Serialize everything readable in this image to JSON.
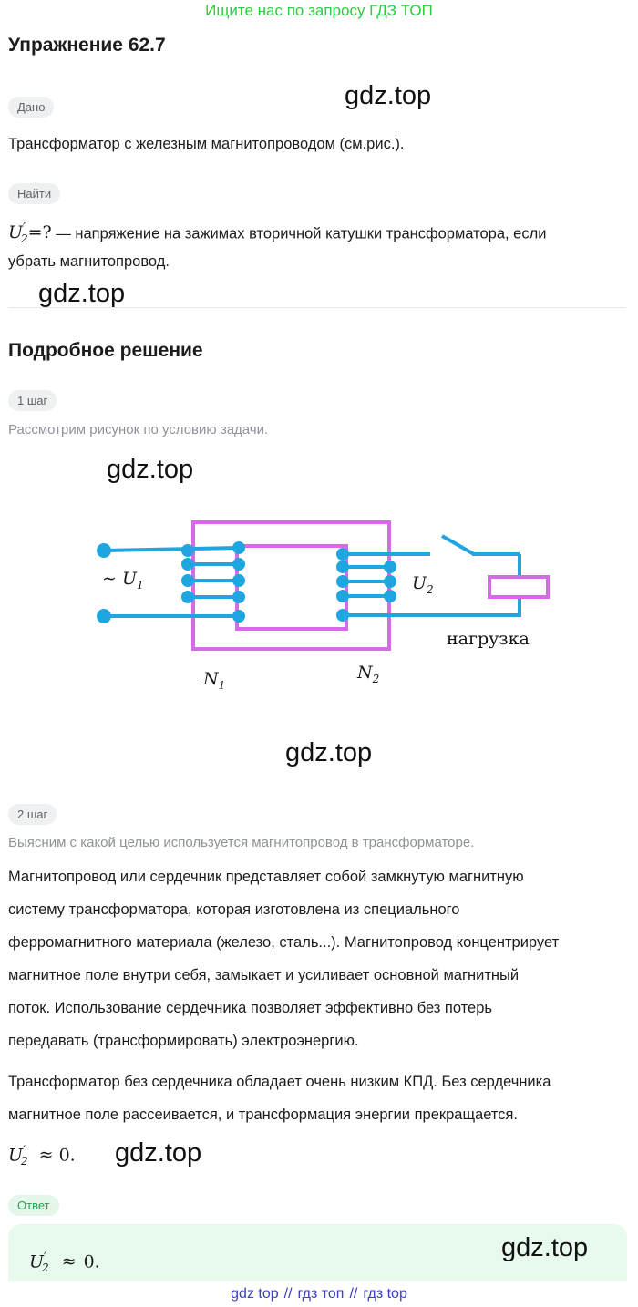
{
  "banner": "Ищите нас по запросу ГДЗ ТОП",
  "title": "Упражнение 62.7",
  "watermark": "gdz.top",
  "given": {
    "label": "Дано",
    "text": "Трансформатор с железным магнитопроводом (см.рис.)."
  },
  "find": {
    "label": "Найти",
    "symbol": "U",
    "symbol_sub": "2",
    "symbol_prime": "′",
    "eq": "=?",
    "line1": " — напряжение на зажимах вторичной катушки трансформатора, если",
    "line2": "убрать магнитопровод."
  },
  "solution_title": "Подробное решение",
  "step1": {
    "label": "1 шаг",
    "text": "Рассмотрим рисунок по условию задачи."
  },
  "figure": {
    "u1_prefix": "∼",
    "u1": "U",
    "u1_sub": "1",
    "u2": "U",
    "u2_sub": "2",
    "n1": "N",
    "n1_sub": "1",
    "n2": "N",
    "n2_sub": "2",
    "load_label": "нагрузка",
    "wire_color": "#1fa6e0",
    "core_color": "#d66be6"
  },
  "step2": {
    "label": "2 шаг",
    "subtitle": "Выясним с какой целью используется магнитопровод в трансформаторе.",
    "para1": [
      "Магнитопровод или сердечник представляет собой замкнутую магнитную",
      "систему трансформатора, которая изготовлена из специального",
      "ферромагнитного материала (железо, сталь...). Магнитопровод концентрирует",
      "магнитное поле внутри себя, замыкает и усиливает основной магнитный",
      "поток. Использование сердечника позволяет эффективно без потерь",
      "передавать (трансформировать) электроэнергию."
    ],
    "para2": [
      "Трансформатор без сердечника обладает очень низким КПД. Без сердечника",
      "магнитное поле рассеивается, и трансформация энергии прекращается."
    ],
    "result_approx": "≈",
    "result_value": "0."
  },
  "answer": {
    "label": "Ответ",
    "approx": "≈",
    "value": "0."
  },
  "footer": [
    "gdz top",
    "гдз топ",
    "гдз top"
  ],
  "footer_sep": "//"
}
